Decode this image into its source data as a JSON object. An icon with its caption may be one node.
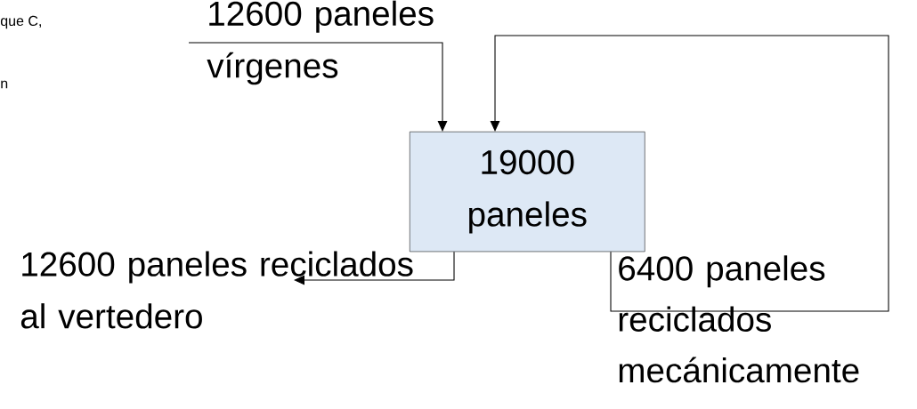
{
  "diagram": {
    "nodes": [
      {
        "text": [
          "19000 paneles"
        ]
      },
      {
        "text": [
          "12600 paneles vírgenes"
        ]
      },
      {
        "text": [
          "12600 paneles reciclados al vertedero"
        ]
      }
    ],
    "edges": [
      {
        "from": 1,
        "to": 0,
        "arrow": "to"
      },
      {
        "from": 0,
        "to": 2,
        "arrow": "to"
      },
      {
        "from": 0,
        "to": 0,
        "arrow": "to",
        "label": "6400 paneles reciclados mecánicamente"
      }
    ],
    "labels": [
      "que C,",
      "n"
    ]
  }
}
